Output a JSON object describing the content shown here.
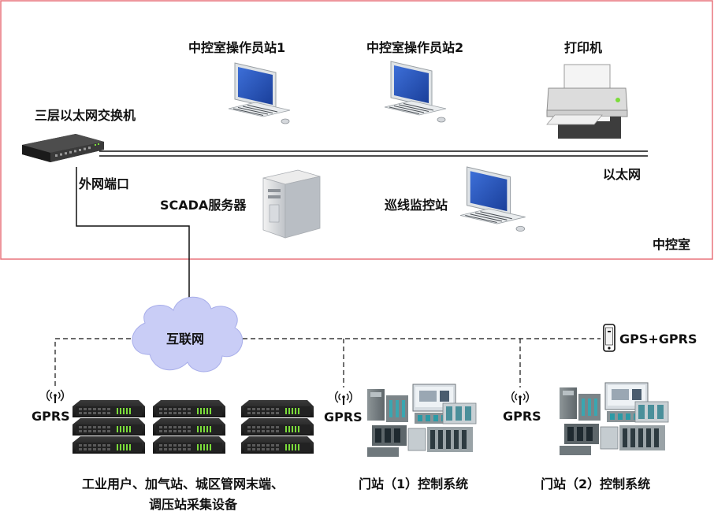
{
  "labels": {
    "station1": "中控室操作员站1",
    "station2": "中控室操作员站2",
    "printer": "打印机",
    "switch": "三层以太网交换机",
    "ext_port": "外网端口",
    "ethernet": "以太网",
    "scada": "SCADA服务器",
    "patrol": "巡线监控站",
    "control_room": "中控室",
    "internet": "互联网",
    "gps_gprs": "GPS+GPRS",
    "gprs_1": "GPRS",
    "gprs_2": "GPRS",
    "gprs_3": "GPRS",
    "users_line1": "工业用户、加气站、城区管网末端、",
    "users_line2": "调压站采集设备",
    "gate1": "门站（1）控制系统",
    "gate2": "门站（2）控制系统"
  },
  "colors": {
    "control_room_border": "#e8747c",
    "cloud_fill": "#c9cdf6",
    "line": "#111111"
  },
  "icons": {
    "switch": "network-switch-icon",
    "monitor": "desktop-computer-icon",
    "printer": "printer-icon",
    "server": "tower-server-icon",
    "cloud": "cloud-icon",
    "antenna": "antenna-icon",
    "phone": "mobile-phone-icon",
    "rack": "rack-server-icon",
    "plc": "plc-control-system-icon"
  }
}
